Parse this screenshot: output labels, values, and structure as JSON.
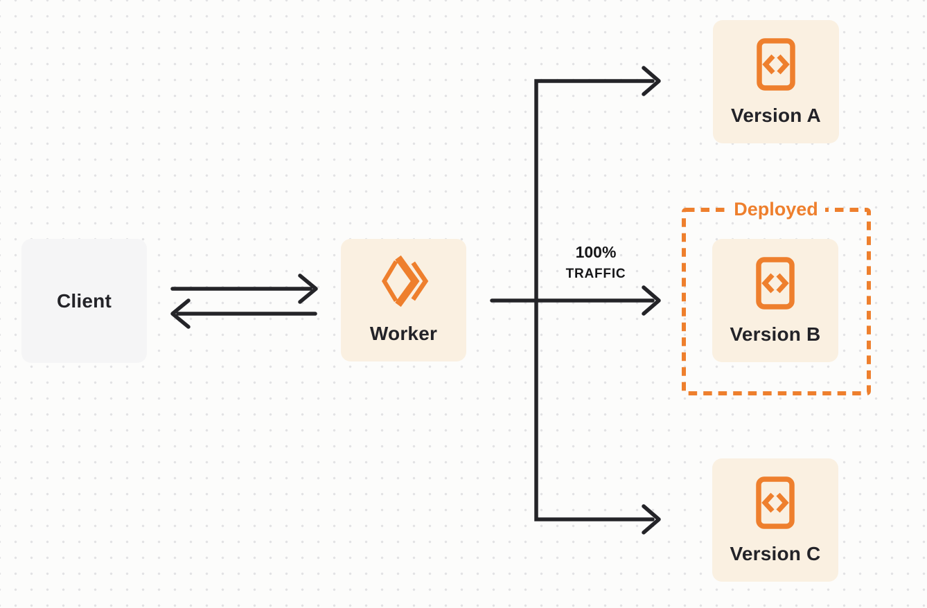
{
  "diagram": {
    "title": "worker-version-routing-diagram",
    "nodes": {
      "client": {
        "label": "Client"
      },
      "worker": {
        "label": "Worker",
        "icon": "cloudflare-workers-icon"
      },
      "version_a": {
        "label": "Version A",
        "icon": "code-file-icon"
      },
      "version_b": {
        "label": "Version B",
        "icon": "code-file-icon"
      },
      "version_c": {
        "label": "Version C",
        "icon": "code-file-icon"
      }
    },
    "annotations": {
      "deployed_label": "Deployed",
      "traffic_label_line1": "100%",
      "traffic_label_line2": "TRAFFIC"
    },
    "edges": [
      "client-to-worker",
      "worker-to-client",
      "worker-to-version-a",
      "worker-to-version-b",
      "worker-to-version-c"
    ],
    "colors": {
      "orange_accent": "#EE7F2D",
      "node_bg_cream": "#FAF0E1",
      "node_bg_gray": "#F5F5F6",
      "arrow": "#242428",
      "label_text": "#232328",
      "page_bg": "#FCFCFB",
      "dot_grid": "#E2E2E4"
    }
  }
}
